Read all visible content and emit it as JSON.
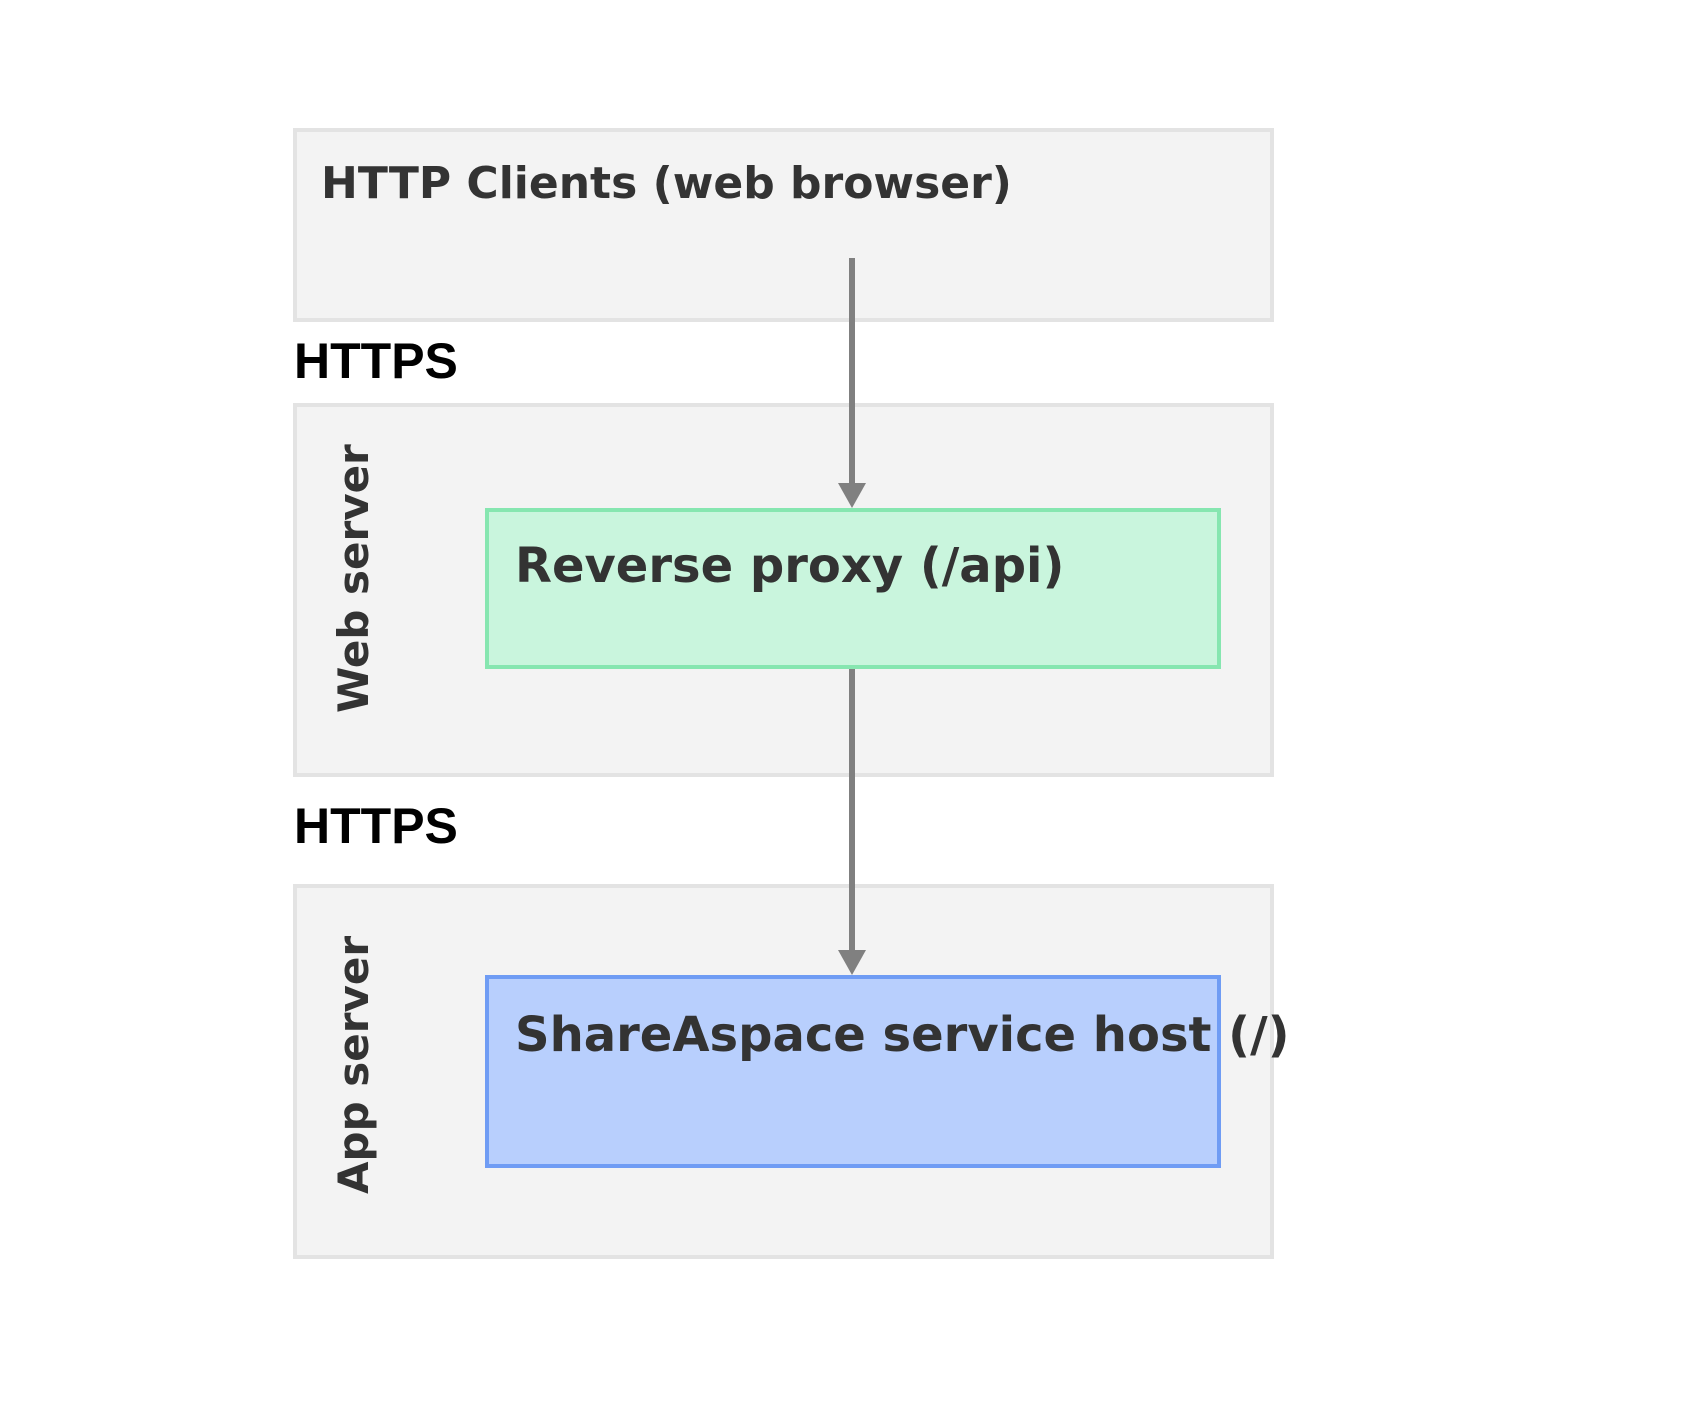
{
  "diagram": {
    "clients_panel": {
      "title": "HTTP Clients (web browser)"
    },
    "web_server_panel": {
      "title": "Web server",
      "node": {
        "label": "Reverse proxy (/api)",
        "fill": "#c9f5dd",
        "stroke": "#86e6b0"
      }
    },
    "app_server_panel": {
      "title": "App server",
      "node": {
        "label": "ShareAspace service host (/)",
        "fill": "#b8cffd",
        "stroke": "#6f9cf4"
      }
    },
    "edges": [
      {
        "from": "HTTP Clients (web browser)",
        "to": "Reverse proxy (/api)",
        "label": "HTTPS"
      },
      {
        "from": "Reverse proxy (/api)",
        "to": "ShareAspace service host (/)",
        "label": "HTTPS"
      }
    ],
    "colors": {
      "panel_fill": "#f3f3f3",
      "panel_stroke": "#e3e3e3",
      "arrow": "#808080",
      "text": "#333333"
    }
  }
}
